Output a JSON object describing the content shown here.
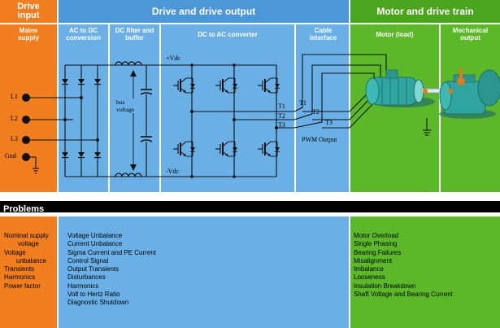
{
  "colors": {
    "orange": "#f07e1e",
    "blue": "#6ab0e6",
    "blue_band": "#4c97d8",
    "green": "#5cb828",
    "green_band": "#4aa41c",
    "black": "#000000",
    "motor": "#2fa59f"
  },
  "header": {
    "drive_input": "Drive input",
    "drive_output": "Drive and drive output",
    "motor_train": "Motor and drive train"
  },
  "columns": {
    "mains": "Mains supply",
    "acdc": "AC to DC conversion",
    "filter": "DC filter and buffer",
    "dcac": "DC to AC converter",
    "cable": "Cable interface",
    "motor": "Motor (load)",
    "mech": "Mechanical output"
  },
  "diagram": {
    "l1": "L1",
    "l2": "L2",
    "l3": "L3",
    "gnd": "Gnd",
    "vdc_plus": "+Vdc",
    "vdc_minus": "-Vdc",
    "bus_voltage": "bus voltage",
    "t1a": "T1",
    "t2a": "T2",
    "t3a": "T3",
    "t1b": "T1",
    "t2b": "T2",
    "t3b": "T3",
    "pwm": "PWM Output"
  },
  "problems": {
    "title": "Problems",
    "input": [
      "Nominal supply",
      "voltage",
      "Voltage",
      "unbalance",
      "Transients",
      "Harmonics",
      "Power factor"
    ],
    "drive": [
      "Voltage Unbalance",
      "Current Unbalance",
      "Sigma Current and PE Current",
      "Control Signal",
      "Output Transients",
      "Disturbances",
      "Harmonics",
      "Volt to Hertz Ratio",
      "Diagnostic Shutdown"
    ],
    "motor": [
      "Motor Overload",
      "Single Phasing",
      "Bearing Failures",
      "Misalignment",
      "Imbalance",
      "Looseness",
      "Insulation Breakdown",
      "Shaft Voltage and Bearing Current"
    ]
  }
}
